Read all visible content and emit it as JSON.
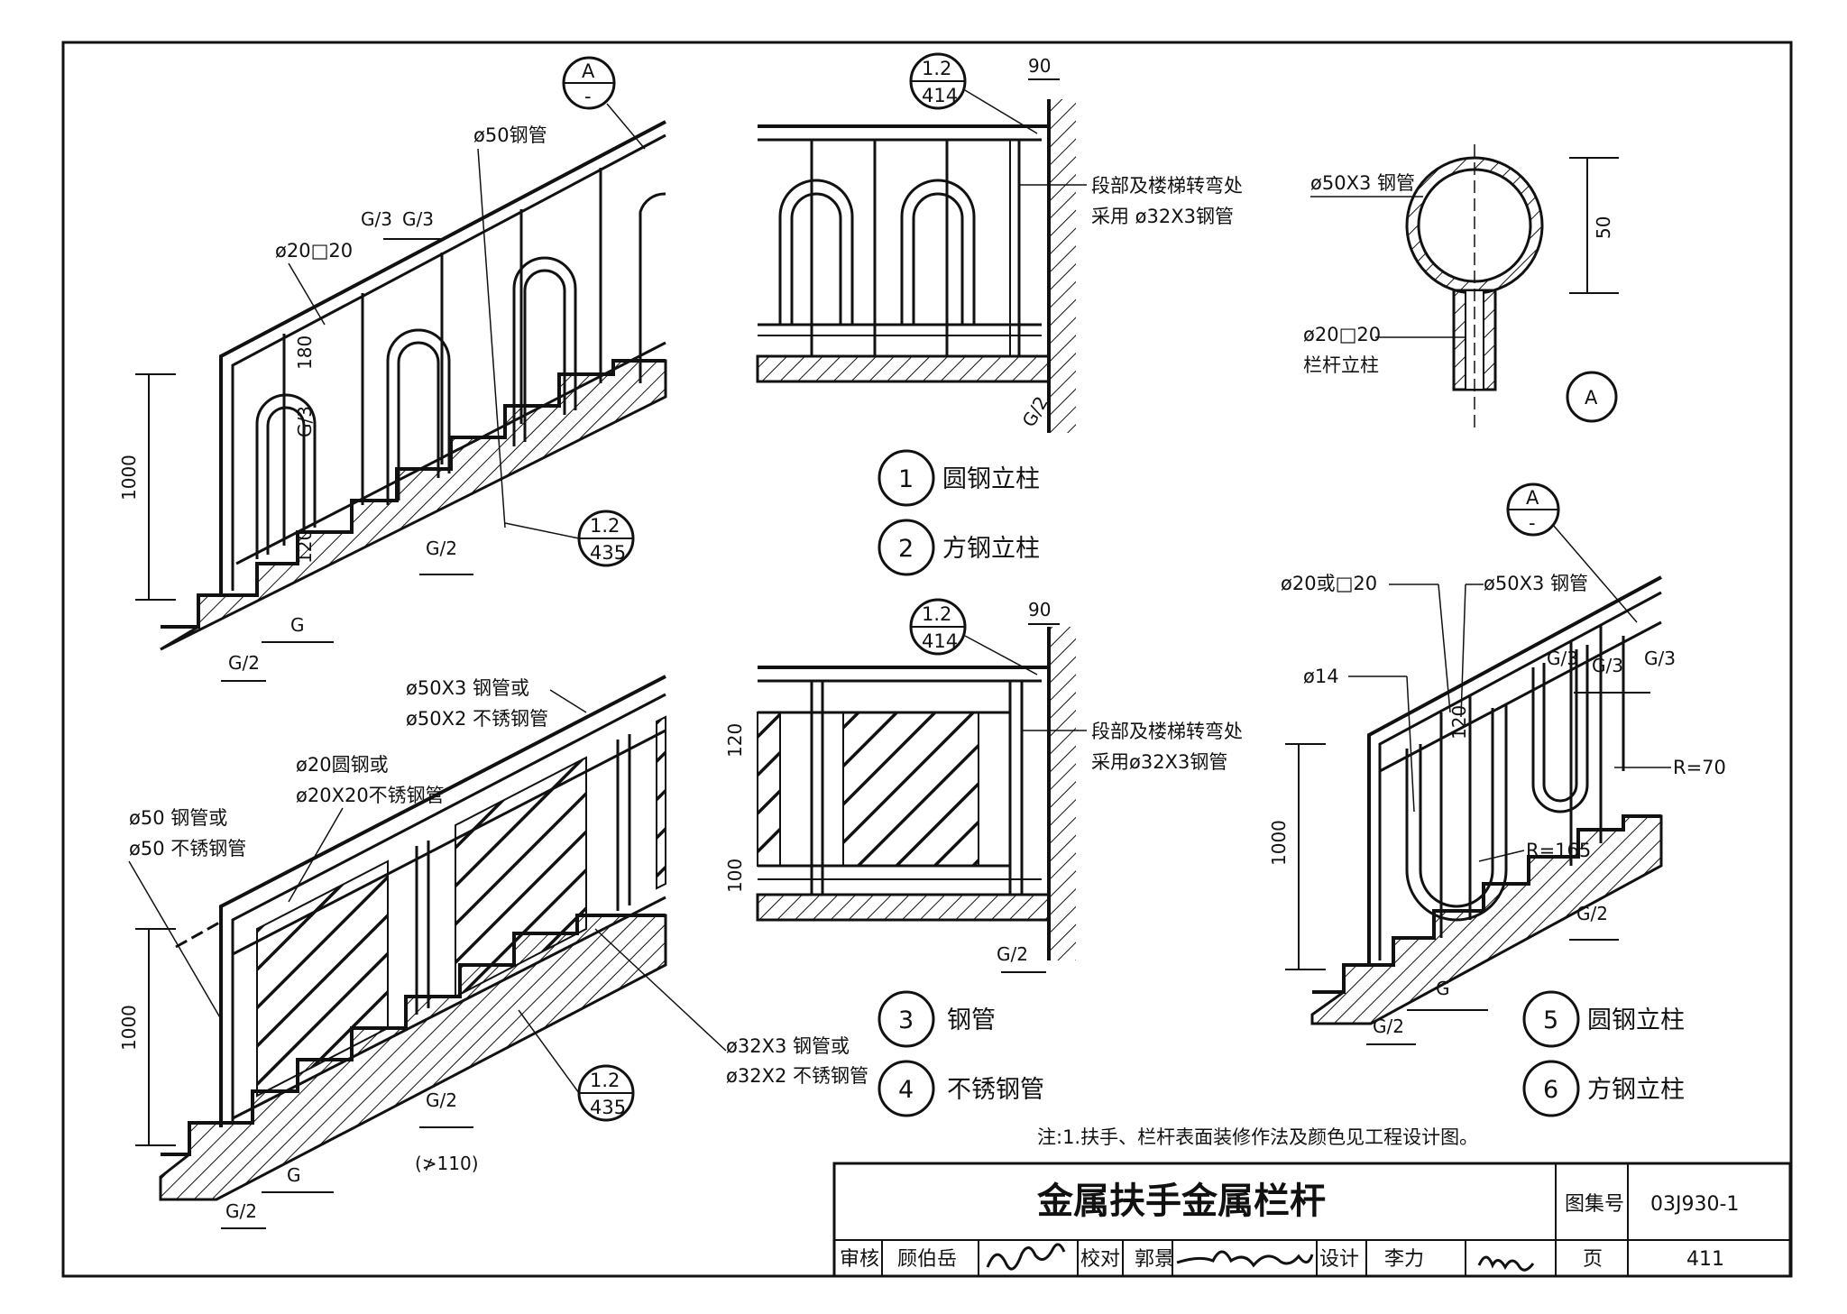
{
  "sheet": {
    "title": "金属扶手金属栏杆",
    "atlas_label": "图集号",
    "atlas_no": "03J930-1",
    "page_label": "页",
    "page_no": "411",
    "review_label": "审核",
    "reviewer": "顾伯岳",
    "check_label": "校对",
    "checker": "郭景",
    "design_label": "设计",
    "designer": "李力",
    "note": "注:1.扶手、栏杆表面装修作法及颜色见工程设计图。"
  },
  "view_top_left": {
    "handrail": "ø50钢管",
    "baluster": "ø20□20",
    "g3a": "G/3",
    "g3b": "G/3",
    "d180": "180",
    "g3v": "G/3",
    "d120": "120",
    "height": "1000",
    "g2": "G/2",
    "g": "G",
    "g2b": "G/2",
    "ref_top": "1.2",
    "ref_bot": "435",
    "detail_top": "A",
    "detail_bot": "-"
  },
  "view_top_mid": {
    "ref_top": "1.2",
    "ref_bot": "414",
    "d90": "90",
    "note1": "段部及楼梯转弯处",
    "note2": "采用 ø32X3钢管",
    "g2": "G/2"
  },
  "detail_a": {
    "tube": "ø50X3 钢管",
    "dim": "50",
    "post1": "ø20□20",
    "post2": "栏杆立柱",
    "marker": "A"
  },
  "legend_top": [
    {
      "num": "1",
      "label": "圆钢立柱"
    },
    {
      "num": "2",
      "label": "方钢立柱"
    }
  ],
  "view_bot_left": {
    "handrail1": "ø50X3 钢管或",
    "handrail2": "ø50X2 不锈钢管",
    "bar1": "ø20圆钢或",
    "bar2": "ø20X20不锈钢管",
    "rail1": "ø50 钢管或",
    "rail2": "ø50 不锈钢管",
    "pipe1": "ø32X3 钢管或",
    "pipe2": "ø32X2 不锈钢管",
    "height": "1000",
    "g2": "G/2",
    "min": "(≯110)",
    "g": "G",
    "g2b": "G/2",
    "ref_top": "1.2",
    "ref_bot": "435"
  },
  "view_bot_mid": {
    "ref_top": "1.2",
    "ref_bot": "414",
    "d90": "90",
    "d120": "120",
    "d100": "100",
    "note1": "段部及楼梯转弯处",
    "note2": "采用ø32X3钢管",
    "g2": "G/2"
  },
  "legend_bot": [
    {
      "num": "3",
      "label": "钢管"
    },
    {
      "num": "4",
      "label": "不锈钢管"
    }
  ],
  "view_right": {
    "detail_top": "A",
    "detail_bot": "-",
    "bar": "ø20或□20",
    "tube": "ø50X3 钢管",
    "d14": "ø14",
    "g3a": "G/3",
    "g3b": "G/3",
    "g3c": "G/3",
    "d120": "120",
    "r70": "R=70",
    "r165": "R=165",
    "height": "1000",
    "g2": "G/2",
    "g": "G",
    "g2b": "G/2"
  },
  "legend_right": [
    {
      "num": "5",
      "label": "圆钢立柱"
    },
    {
      "num": "6",
      "label": "方钢立柱"
    }
  ]
}
